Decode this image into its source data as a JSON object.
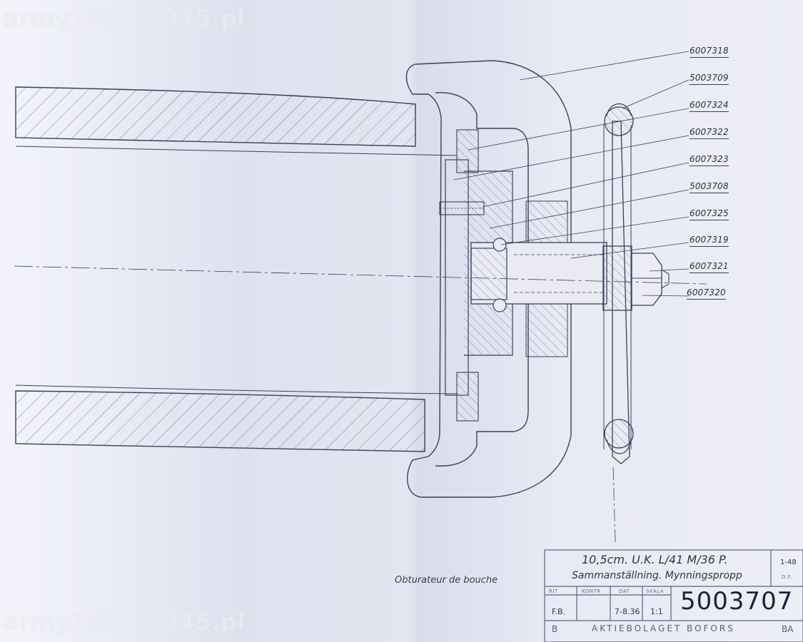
{
  "watermark": "army1914-1945.pl",
  "part_numbers": [
    "6007318",
    "5003709",
    "6007324",
    "6007322",
    "6007323",
    "5003708",
    "6007325",
    "6007319",
    "6007321",
    "6007320"
  ],
  "caption": "Obturateur de bouche",
  "title_block": {
    "title_line1": "10,5cm. U.K. L/41  M/36 P.",
    "title_line2": "Sammanställning. Mynningspropp",
    "sheet_ref": "1-48",
    "sheet_code": "D.F.",
    "header_labels": [
      "RIT",
      "KONTR",
      "DAT",
      "SKALA"
    ],
    "drawn_by": "F.B.",
    "date": "7-8.36",
    "scale": "1:1",
    "drawing_number": "5003707",
    "company": "AKTIEBOLAGET BOFORS",
    "mark_left": "B",
    "mark_right": "BA"
  },
  "colors": {
    "ink": "#3b4058",
    "paper": "#e4e6f2",
    "hatch": "#6d7190"
  }
}
